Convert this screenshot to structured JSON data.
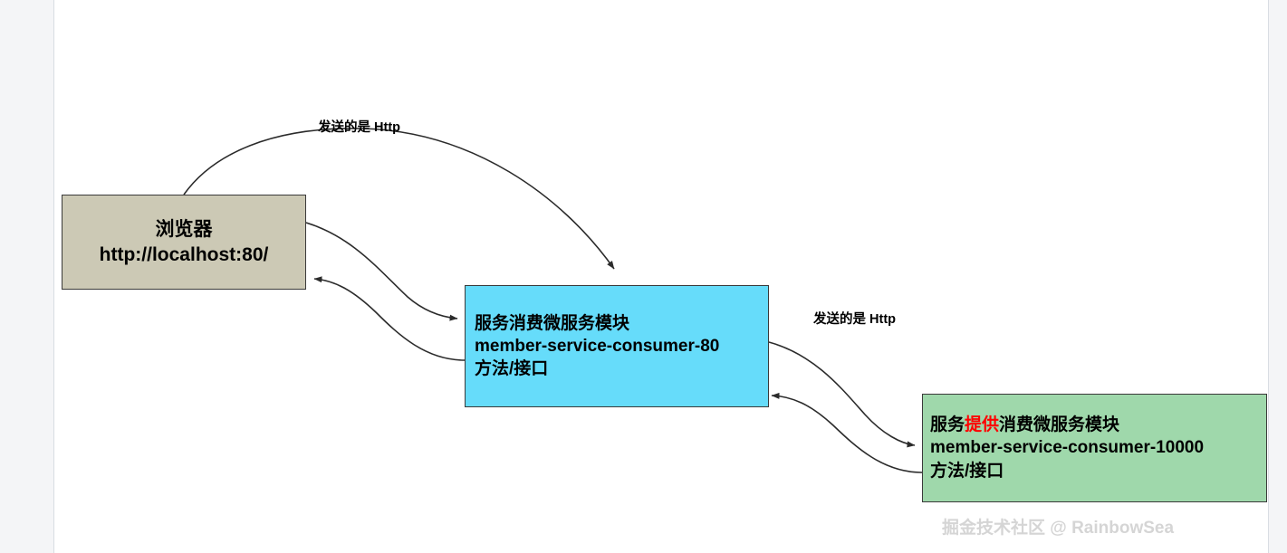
{
  "diagram": {
    "nodes": {
      "browser": {
        "lines": [
          "浏览器",
          "http://localhost:80/"
        ],
        "color": "#ccc9b5"
      },
      "consumer": {
        "lines": [
          "服务消费微服务模块",
          "member-service-consumer-80",
          "方法/接口"
        ],
        "color": "#66dcfa"
      },
      "provider": {
        "line1_prefix": "服务",
        "line1_highlight": "提供",
        "line1_suffix": "消费微服务模块",
        "line2": "member-service-consumer-10000",
        "line3": "方法/接口",
        "color": "#9fd8ab",
        "highlight_color": "#ff0000"
      }
    },
    "edge_labels": {
      "http_browser_to_consumer": "发送的是 Http",
      "http_consumer_to_provider": "发送的是 Http"
    },
    "watermark": "掘金技术社区 @ RainbowSea"
  }
}
